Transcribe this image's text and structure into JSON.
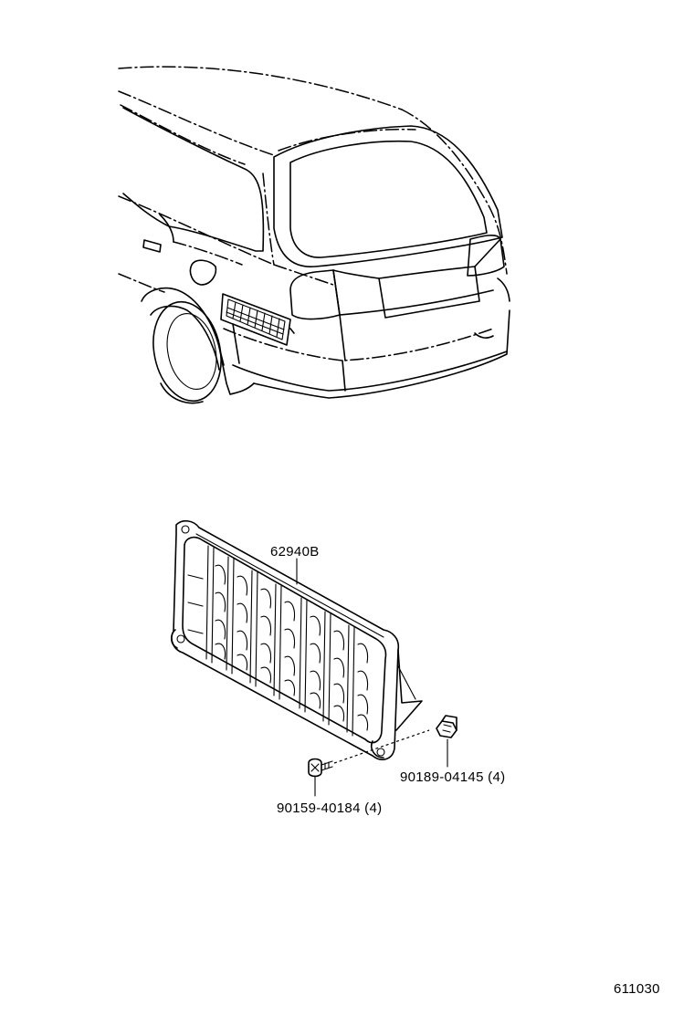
{
  "parts": {
    "grille": {
      "number": "62940B"
    },
    "screw": {
      "number": "90159-40184 (4)"
    },
    "clip": {
      "number": "90189-04145 (4)"
    }
  },
  "figure_number": "611030",
  "icons": [
    "vehicle-rear-view-icon",
    "vent-grille-icon",
    "screw-icon",
    "clip-icon"
  ]
}
